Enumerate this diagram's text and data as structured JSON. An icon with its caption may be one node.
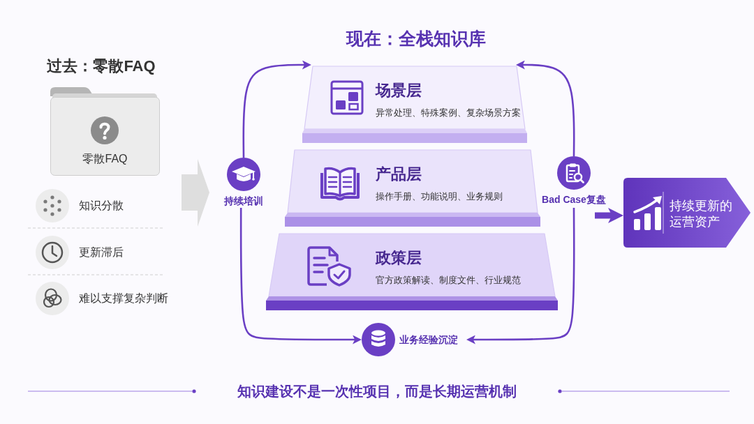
{
  "diagram": {
    "caption": "知识建设不是一次性项目，而是长期运营机制",
    "nodes": [
      {
        "text": [
          "零散FAQ"
        ]
      },
      {
        "text": [
          "场景层",
          "异常处理、特殊案例、复杂场景方案"
        ]
      },
      {
        "text": [
          "产品层",
          "操作手册、功能说明、业务规则"
        ]
      },
      {
        "text": [
          "政策层",
          "官方政策解读、制度文件、行业规范"
        ]
      },
      {
        "text": [
          "持续培训"
        ]
      },
      {
        "text": [
          "Bad Case复盘"
        ]
      },
      {
        "text": [
          "业务经验沉淀"
        ]
      },
      {
        "text": [
          "持续更新的运营资产"
        ]
      }
    ],
    "edges": [
      {
        "from": 4,
        "to": 1,
        "arrow": "to"
      },
      {
        "from": 4,
        "to": 6,
        "arrow": "to"
      },
      {
        "from": 5,
        "to": 1,
        "arrow": "to"
      },
      {
        "from": 5,
        "to": 6,
        "arrow": "to"
      },
      {
        "from": null,
        "to": 7,
        "arrow": "to",
        "style": "thick"
      }
    ],
    "labels": [
      "过去：零散FAQ",
      "现在：全栈知识库",
      "知识分散",
      "更新滞后",
      "难以支撑复杂判断"
    ]
  }
}
